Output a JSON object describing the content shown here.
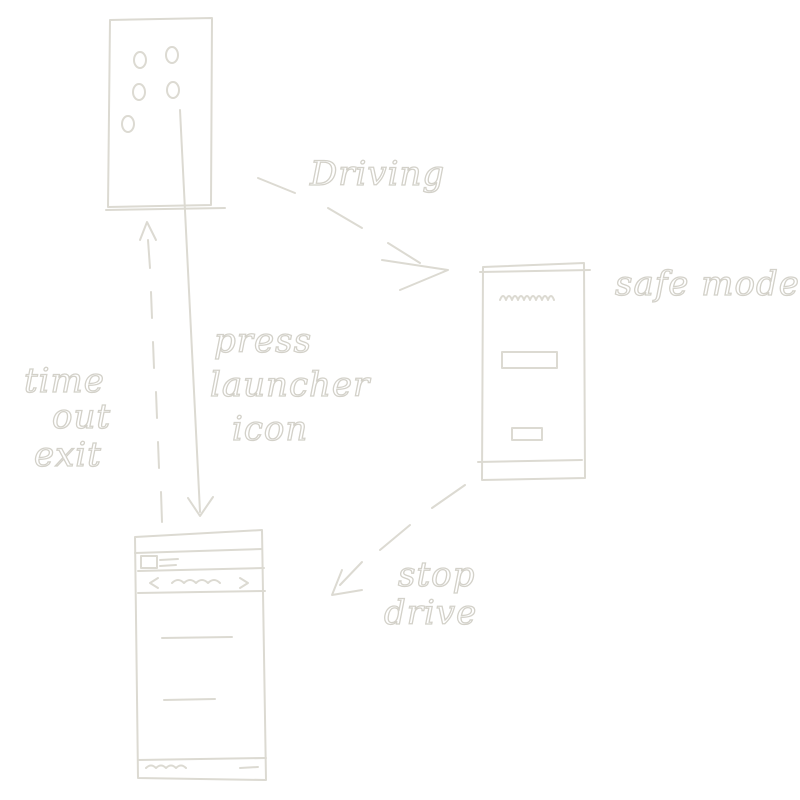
{
  "colors": {
    "background": "#ffffff",
    "ink": "#dcdad2",
    "label_fill": "#ffffff",
    "label_stroke": "#d3d1c9"
  },
  "screens": {
    "home": {
      "label": ""
    },
    "safe_mode": {
      "label": "safe mode"
    },
    "launcher": {
      "label": ""
    }
  },
  "transitions": {
    "driving": {
      "label": "Driving"
    },
    "press_launcher": {
      "line1": "press",
      "line2": "launcher",
      "line3": "icon"
    },
    "timeout_exit": {
      "line1": "time",
      "line2": "out",
      "line3": "exit"
    },
    "stop_drive": {
      "line1": "stop",
      "line2": "drive"
    }
  }
}
